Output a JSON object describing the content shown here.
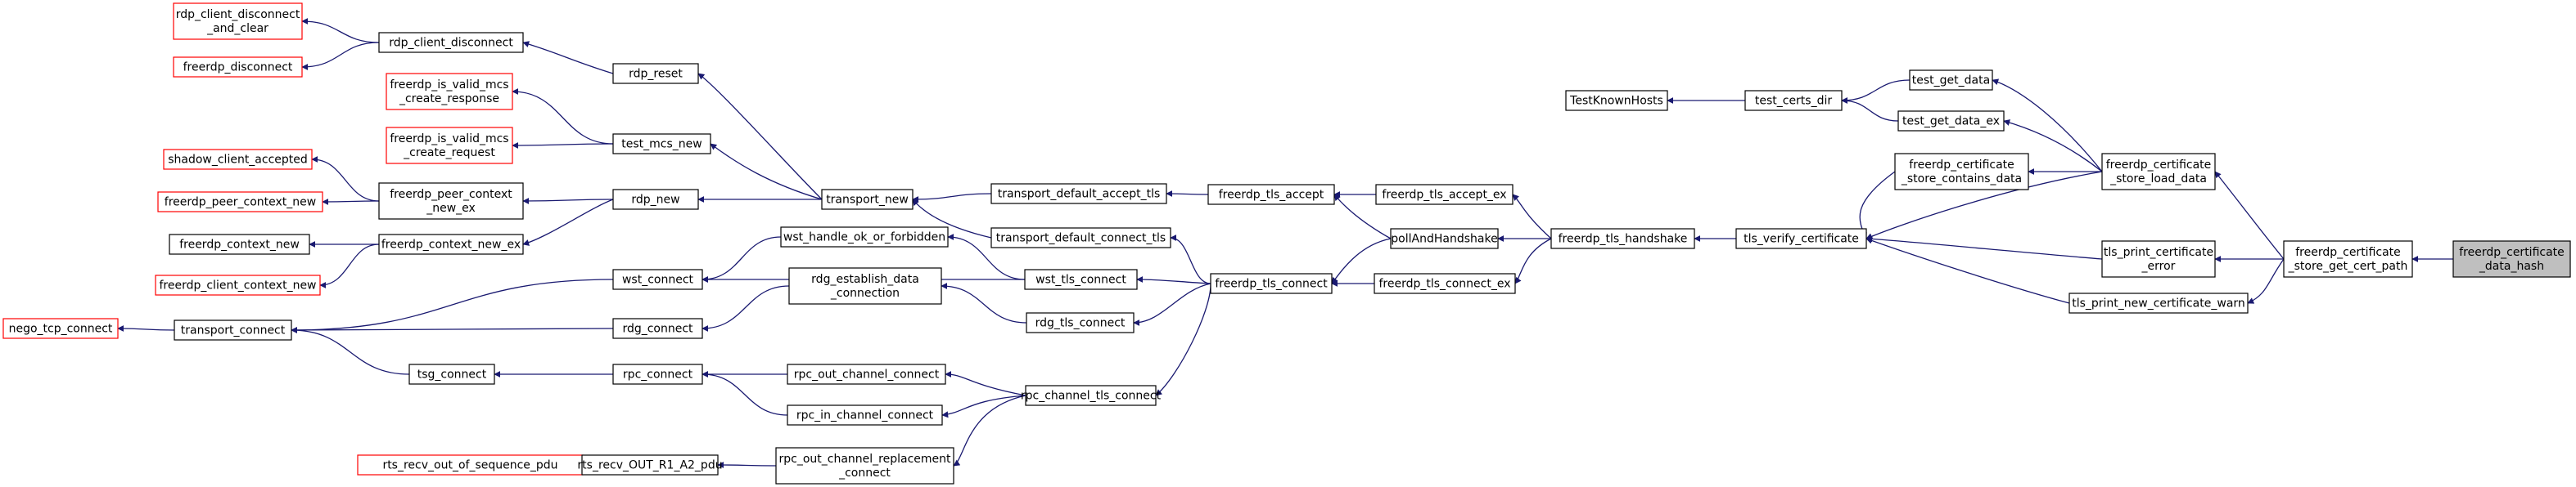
{
  "colors": {
    "edge": "#191970",
    "node_border": "#000000",
    "node_fill": "#ffffff",
    "node_truncated_border": "#ff0000",
    "highlight_fill": "#bfbfbf",
    "text": "#000000"
  },
  "nodes": [
    {
      "id": "n1",
      "lines": [
        "rdp_client_disconnect",
        "_and_clear"
      ],
      "truncated": true
    },
    {
      "id": "n2",
      "lines": [
        "freerdp_disconnect"
      ],
      "truncated": true
    },
    {
      "id": "n3",
      "lines": [
        "rdp_client_disconnect"
      ]
    },
    {
      "id": "n4",
      "lines": [
        "rdp_reset"
      ]
    },
    {
      "id": "n5",
      "lines": [
        "freerdp_is_valid_mcs",
        "_create_response"
      ],
      "truncated": true
    },
    {
      "id": "n6",
      "lines": [
        "freerdp_is_valid_mcs",
        "_create_request"
      ],
      "truncated": true
    },
    {
      "id": "n7",
      "lines": [
        "test_mcs_new"
      ]
    },
    {
      "id": "n8",
      "lines": [
        "shadow_client_accepted"
      ],
      "truncated": true
    },
    {
      "id": "n9",
      "lines": [
        "freerdp_peer_context_new"
      ],
      "truncated": true
    },
    {
      "id": "n10",
      "lines": [
        "freerdp_peer_context",
        "_new_ex"
      ]
    },
    {
      "id": "n11",
      "lines": [
        "rdp_new"
      ]
    },
    {
      "id": "n12",
      "lines": [
        "freerdp_context_new"
      ]
    },
    {
      "id": "n13",
      "lines": [
        "freerdp_context_new_ex"
      ]
    },
    {
      "id": "n14",
      "lines": [
        "freerdp_client_context_new"
      ],
      "truncated": true
    },
    {
      "id": "n15",
      "lines": [
        "transport_new"
      ]
    },
    {
      "id": "n16",
      "lines": [
        "nego_tcp_connect"
      ],
      "truncated": true
    },
    {
      "id": "n17",
      "lines": [
        "transport_connect"
      ]
    },
    {
      "id": "n18",
      "lines": [
        "wst_connect"
      ]
    },
    {
      "id": "n19",
      "lines": [
        "rdg_connect"
      ]
    },
    {
      "id": "n20",
      "lines": [
        "tsg_connect"
      ]
    },
    {
      "id": "n21",
      "lines": [
        "rpc_connect"
      ]
    },
    {
      "id": "n22",
      "lines": [
        "wst_handle_ok_or_forbidden"
      ]
    },
    {
      "id": "n23",
      "lines": [
        "rdg_establish_data",
        "_connection"
      ]
    },
    {
      "id": "n24",
      "lines": [
        "rpc_out_channel_connect"
      ]
    },
    {
      "id": "n25",
      "lines": [
        "rpc_in_channel_connect"
      ]
    },
    {
      "id": "n26",
      "lines": [
        "rts_recv_out_of_sequence_pdu"
      ],
      "truncated": true
    },
    {
      "id": "n27",
      "lines": [
        "rts_recv_OUT_R1_A2_pdu"
      ]
    },
    {
      "id": "n28",
      "lines": [
        "rpc_out_channel_replacement",
        "_connect"
      ]
    },
    {
      "id": "n29",
      "lines": [
        "transport_default_accept_tls"
      ]
    },
    {
      "id": "n30",
      "lines": [
        "transport_default_connect_tls"
      ]
    },
    {
      "id": "n31",
      "lines": [
        "wst_tls_connect"
      ]
    },
    {
      "id": "n32",
      "lines": [
        "rdg_tls_connect"
      ]
    },
    {
      "id": "n33",
      "lines": [
        "rpc_channel_tls_connect"
      ]
    },
    {
      "id": "n34",
      "lines": [
        "freerdp_tls_accept"
      ]
    },
    {
      "id": "n35",
      "lines": [
        "freerdp_tls_connect"
      ]
    },
    {
      "id": "n36",
      "lines": [
        "freerdp_tls_accept_ex"
      ]
    },
    {
      "id": "n37",
      "lines": [
        "pollAndHandshake"
      ]
    },
    {
      "id": "n38",
      "lines": [
        "freerdp_tls_connect_ex"
      ]
    },
    {
      "id": "n39",
      "lines": [
        "freerdp_tls_handshake"
      ]
    },
    {
      "id": "n40",
      "lines": [
        "tls_verify_certificate"
      ]
    },
    {
      "id": "n41",
      "lines": [
        "TestKnownHosts"
      ]
    },
    {
      "id": "n42",
      "lines": [
        "test_certs_dir"
      ]
    },
    {
      "id": "n43",
      "lines": [
        "test_get_data"
      ]
    },
    {
      "id": "n44",
      "lines": [
        "test_get_data_ex"
      ]
    },
    {
      "id": "n45",
      "lines": [
        "freerdp_certificate",
        "_store_contains_data"
      ]
    },
    {
      "id": "n46",
      "lines": [
        "freerdp_certificate",
        "_store_load_data"
      ]
    },
    {
      "id": "n47",
      "lines": [
        "tls_print_certificate",
        "_error"
      ]
    },
    {
      "id": "n48",
      "lines": [
        "tls_print_new_certificate_warn"
      ]
    },
    {
      "id": "n49",
      "lines": [
        "freerdp_certificate",
        "_store_get_cert_path"
      ]
    },
    {
      "id": "n50",
      "lines": [
        "freerdp_certificate",
        "_data_hash"
      ],
      "highlighted": true
    }
  ],
  "edges": [
    [
      "n3",
      "n1"
    ],
    [
      "n3",
      "n2"
    ],
    [
      "n4",
      "n3"
    ],
    [
      "n7",
      "n5"
    ],
    [
      "n7",
      "n6"
    ],
    [
      "n10",
      "n8"
    ],
    [
      "n10",
      "n9"
    ],
    [
      "n11",
      "n10"
    ],
    [
      "n13",
      "n12"
    ],
    [
      "n13",
      "n14"
    ],
    [
      "n11",
      "n13"
    ],
    [
      "n15",
      "n4"
    ],
    [
      "n15",
      "n7"
    ],
    [
      "n15",
      "n11"
    ],
    [
      "n17",
      "n16"
    ],
    [
      "n18",
      "n17"
    ],
    [
      "n19",
      "n17"
    ],
    [
      "n20",
      "n17"
    ],
    [
      "n21",
      "n20"
    ],
    [
      "n22",
      "n18"
    ],
    [
      "n23",
      "n19"
    ],
    [
      "n24",
      "n21"
    ],
    [
      "n25",
      "n21"
    ],
    [
      "n27",
      "n26"
    ],
    [
      "n28",
      "n27"
    ],
    [
      "n29",
      "n15"
    ],
    [
      "n30",
      "n15"
    ],
    [
      "n31",
      "n22"
    ],
    [
      "n31",
      "n18"
    ],
    [
      "n32",
      "n23"
    ],
    [
      "n33",
      "n24"
    ],
    [
      "n33",
      "n25"
    ],
    [
      "n33",
      "n28"
    ],
    [
      "n34",
      "n29"
    ],
    [
      "n35",
      "n30"
    ],
    [
      "n35",
      "n31"
    ],
    [
      "n35",
      "n32"
    ],
    [
      "n35",
      "n33"
    ],
    [
      "n36",
      "n34"
    ],
    [
      "n37",
      "n34"
    ],
    [
      "n37",
      "n35"
    ],
    [
      "n38",
      "n35"
    ],
    [
      "n39",
      "n36"
    ],
    [
      "n39",
      "n37"
    ],
    [
      "n39",
      "n38"
    ],
    [
      "n40",
      "n39"
    ],
    [
      "n42",
      "n41"
    ],
    [
      "n43",
      "n42"
    ],
    [
      "n44",
      "n42"
    ],
    [
      "n45",
      "n40"
    ],
    [
      "n46",
      "n43"
    ],
    [
      "n46",
      "n44"
    ],
    [
      "n46",
      "n45"
    ],
    [
      "n46",
      "n40"
    ],
    [
      "n47",
      "n40"
    ],
    [
      "n48",
      "n40"
    ],
    [
      "n49",
      "n46"
    ],
    [
      "n49",
      "n47"
    ],
    [
      "n49",
      "n48"
    ],
    [
      "n50",
      "n49"
    ]
  ]
}
